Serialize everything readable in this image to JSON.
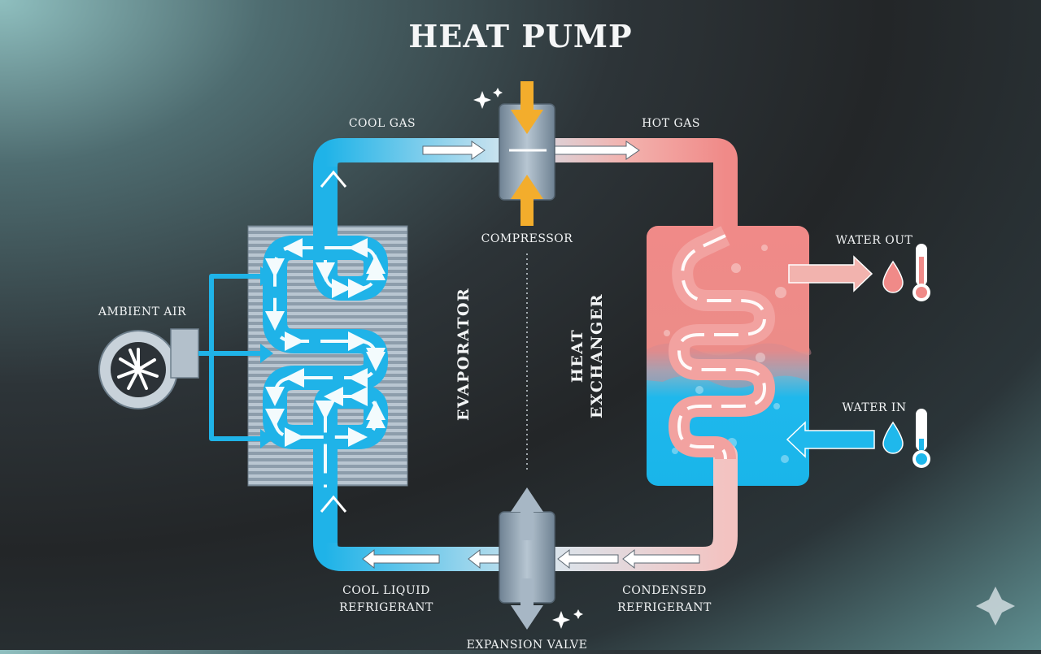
{
  "title": "HEAT PUMP",
  "labels": {
    "cool_gas": "COOL GAS",
    "hot_gas": "HOT GAS",
    "compressor": "COMPRESSOR",
    "ambient_air": "AMBIENT AIR",
    "evaporator": "EVAPORATOR",
    "heat_exchanger_line1": "HEAT",
    "heat_exchanger_line2": "EXCHANGER",
    "water_out": "WATER OUT",
    "water_in": "WATER IN",
    "cool_liquid_line1": "COOL LIQUID",
    "cool_liquid_line2": "REFRIGERANT",
    "condensed_line1": "CONDENSED",
    "condensed_line2": "REFRIGERANT",
    "expansion_valve": "EXPANSION VALVE"
  },
  "colors": {
    "cold_pipe": "#1fb3e8",
    "hot_pipe": "#f08a88",
    "hot_tank": "#ee8a86",
    "cold_tank": "#1fb8ec",
    "compress_arrow": "#f3ad2c",
    "valve_body": "#8fa3b3",
    "evaporator_fins": "#a9b7c4"
  },
  "icons": [
    "fan-icon",
    "thermometer-hot-icon",
    "thermometer-cold-icon",
    "water-drop-hot-icon",
    "water-drop-cold-icon",
    "sparkle-icon"
  ]
}
